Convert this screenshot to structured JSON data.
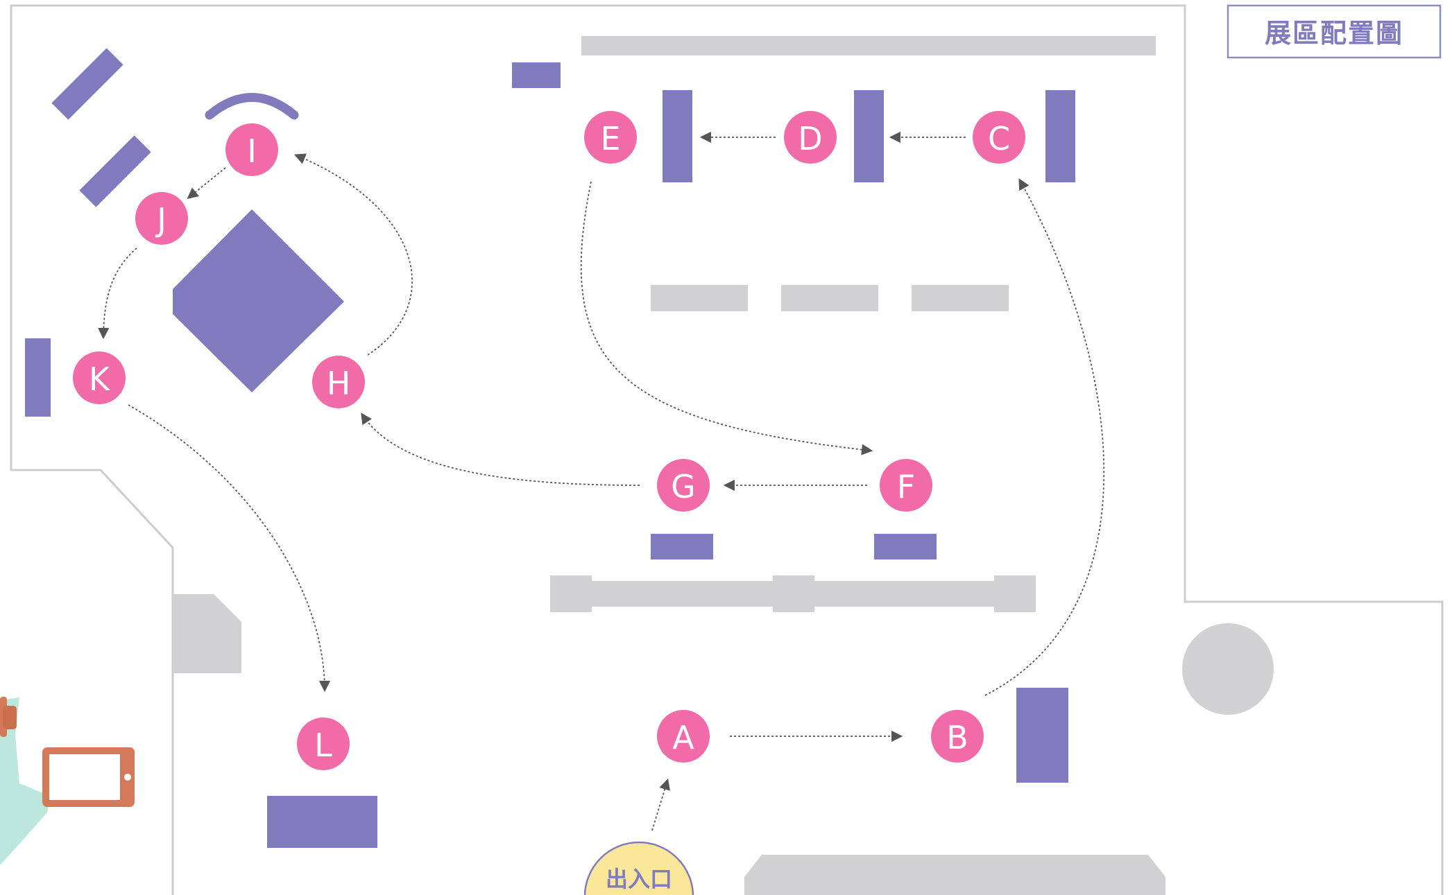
{
  "title": "展區配置圖",
  "entrance_label": "出入口",
  "colors": {
    "booth": "#7f7bbd",
    "stop_marker": "#f06ba8",
    "wall": "#cccccc",
    "fixture": "#d1d1d3",
    "entrance": "#fbe79a",
    "route": "#555555",
    "tablet": "#d27a5a",
    "figure": "#bde6df"
  },
  "stops": [
    {
      "id": "A",
      "label": "A"
    },
    {
      "id": "B",
      "label": "B"
    },
    {
      "id": "C",
      "label": "C"
    },
    {
      "id": "D",
      "label": "D"
    },
    {
      "id": "E",
      "label": "E"
    },
    {
      "id": "F",
      "label": "F"
    },
    {
      "id": "G",
      "label": "G"
    },
    {
      "id": "H",
      "label": "H"
    },
    {
      "id": "I",
      "label": "I"
    },
    {
      "id": "J",
      "label": "J"
    },
    {
      "id": "K",
      "label": "K"
    },
    {
      "id": "L",
      "label": "L"
    }
  ],
  "route_sequence": [
    "出入口",
    "A",
    "B",
    "C",
    "D",
    "E",
    "F",
    "G",
    "H",
    "I",
    "J",
    "K",
    "L"
  ],
  "icons": [
    "tablet-icon",
    "person-hand-icon"
  ]
}
